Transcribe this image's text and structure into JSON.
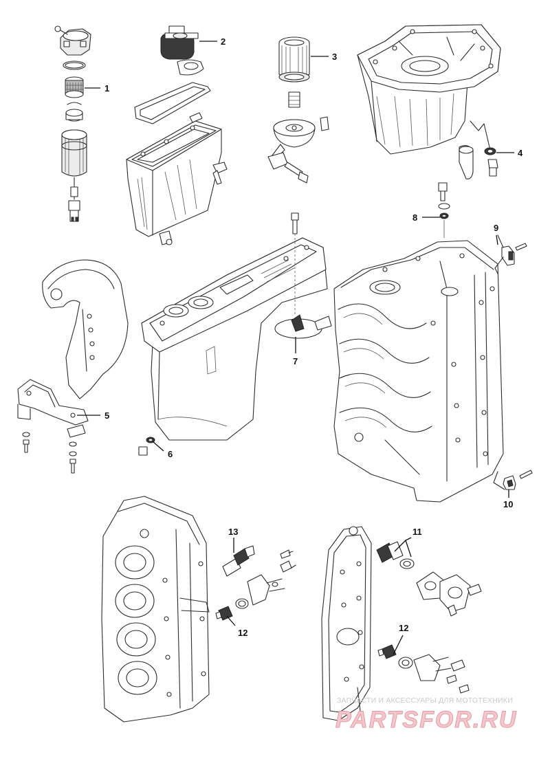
{
  "callouts": [
    {
      "id": "1",
      "label": "1"
    },
    {
      "id": "2",
      "label": "2"
    },
    {
      "id": "3",
      "label": "3"
    },
    {
      "id": "4",
      "label": "4"
    },
    {
      "id": "5",
      "label": "5"
    },
    {
      "id": "6",
      "label": "6"
    },
    {
      "id": "7",
      "label": "7"
    },
    {
      "id": "8",
      "label": "8"
    },
    {
      "id": "9",
      "label": "9"
    },
    {
      "id": "10",
      "label": "10"
    },
    {
      "id": "11",
      "label": "11"
    },
    {
      "id": "12a",
      "label": "12"
    },
    {
      "id": "12b",
      "label": "12"
    },
    {
      "id": "13",
      "label": "13"
    }
  ],
  "watermark": {
    "top_text": "ЗАПЧАСТИ И АКСЕССУАРЫ ДЛЯ МОТОТЕХНИКИ",
    "logo_text": "PARTSFOR.RU"
  },
  "colors": {
    "line": "#2b2b2b",
    "watermark_pink": "#f4c7cc"
  }
}
